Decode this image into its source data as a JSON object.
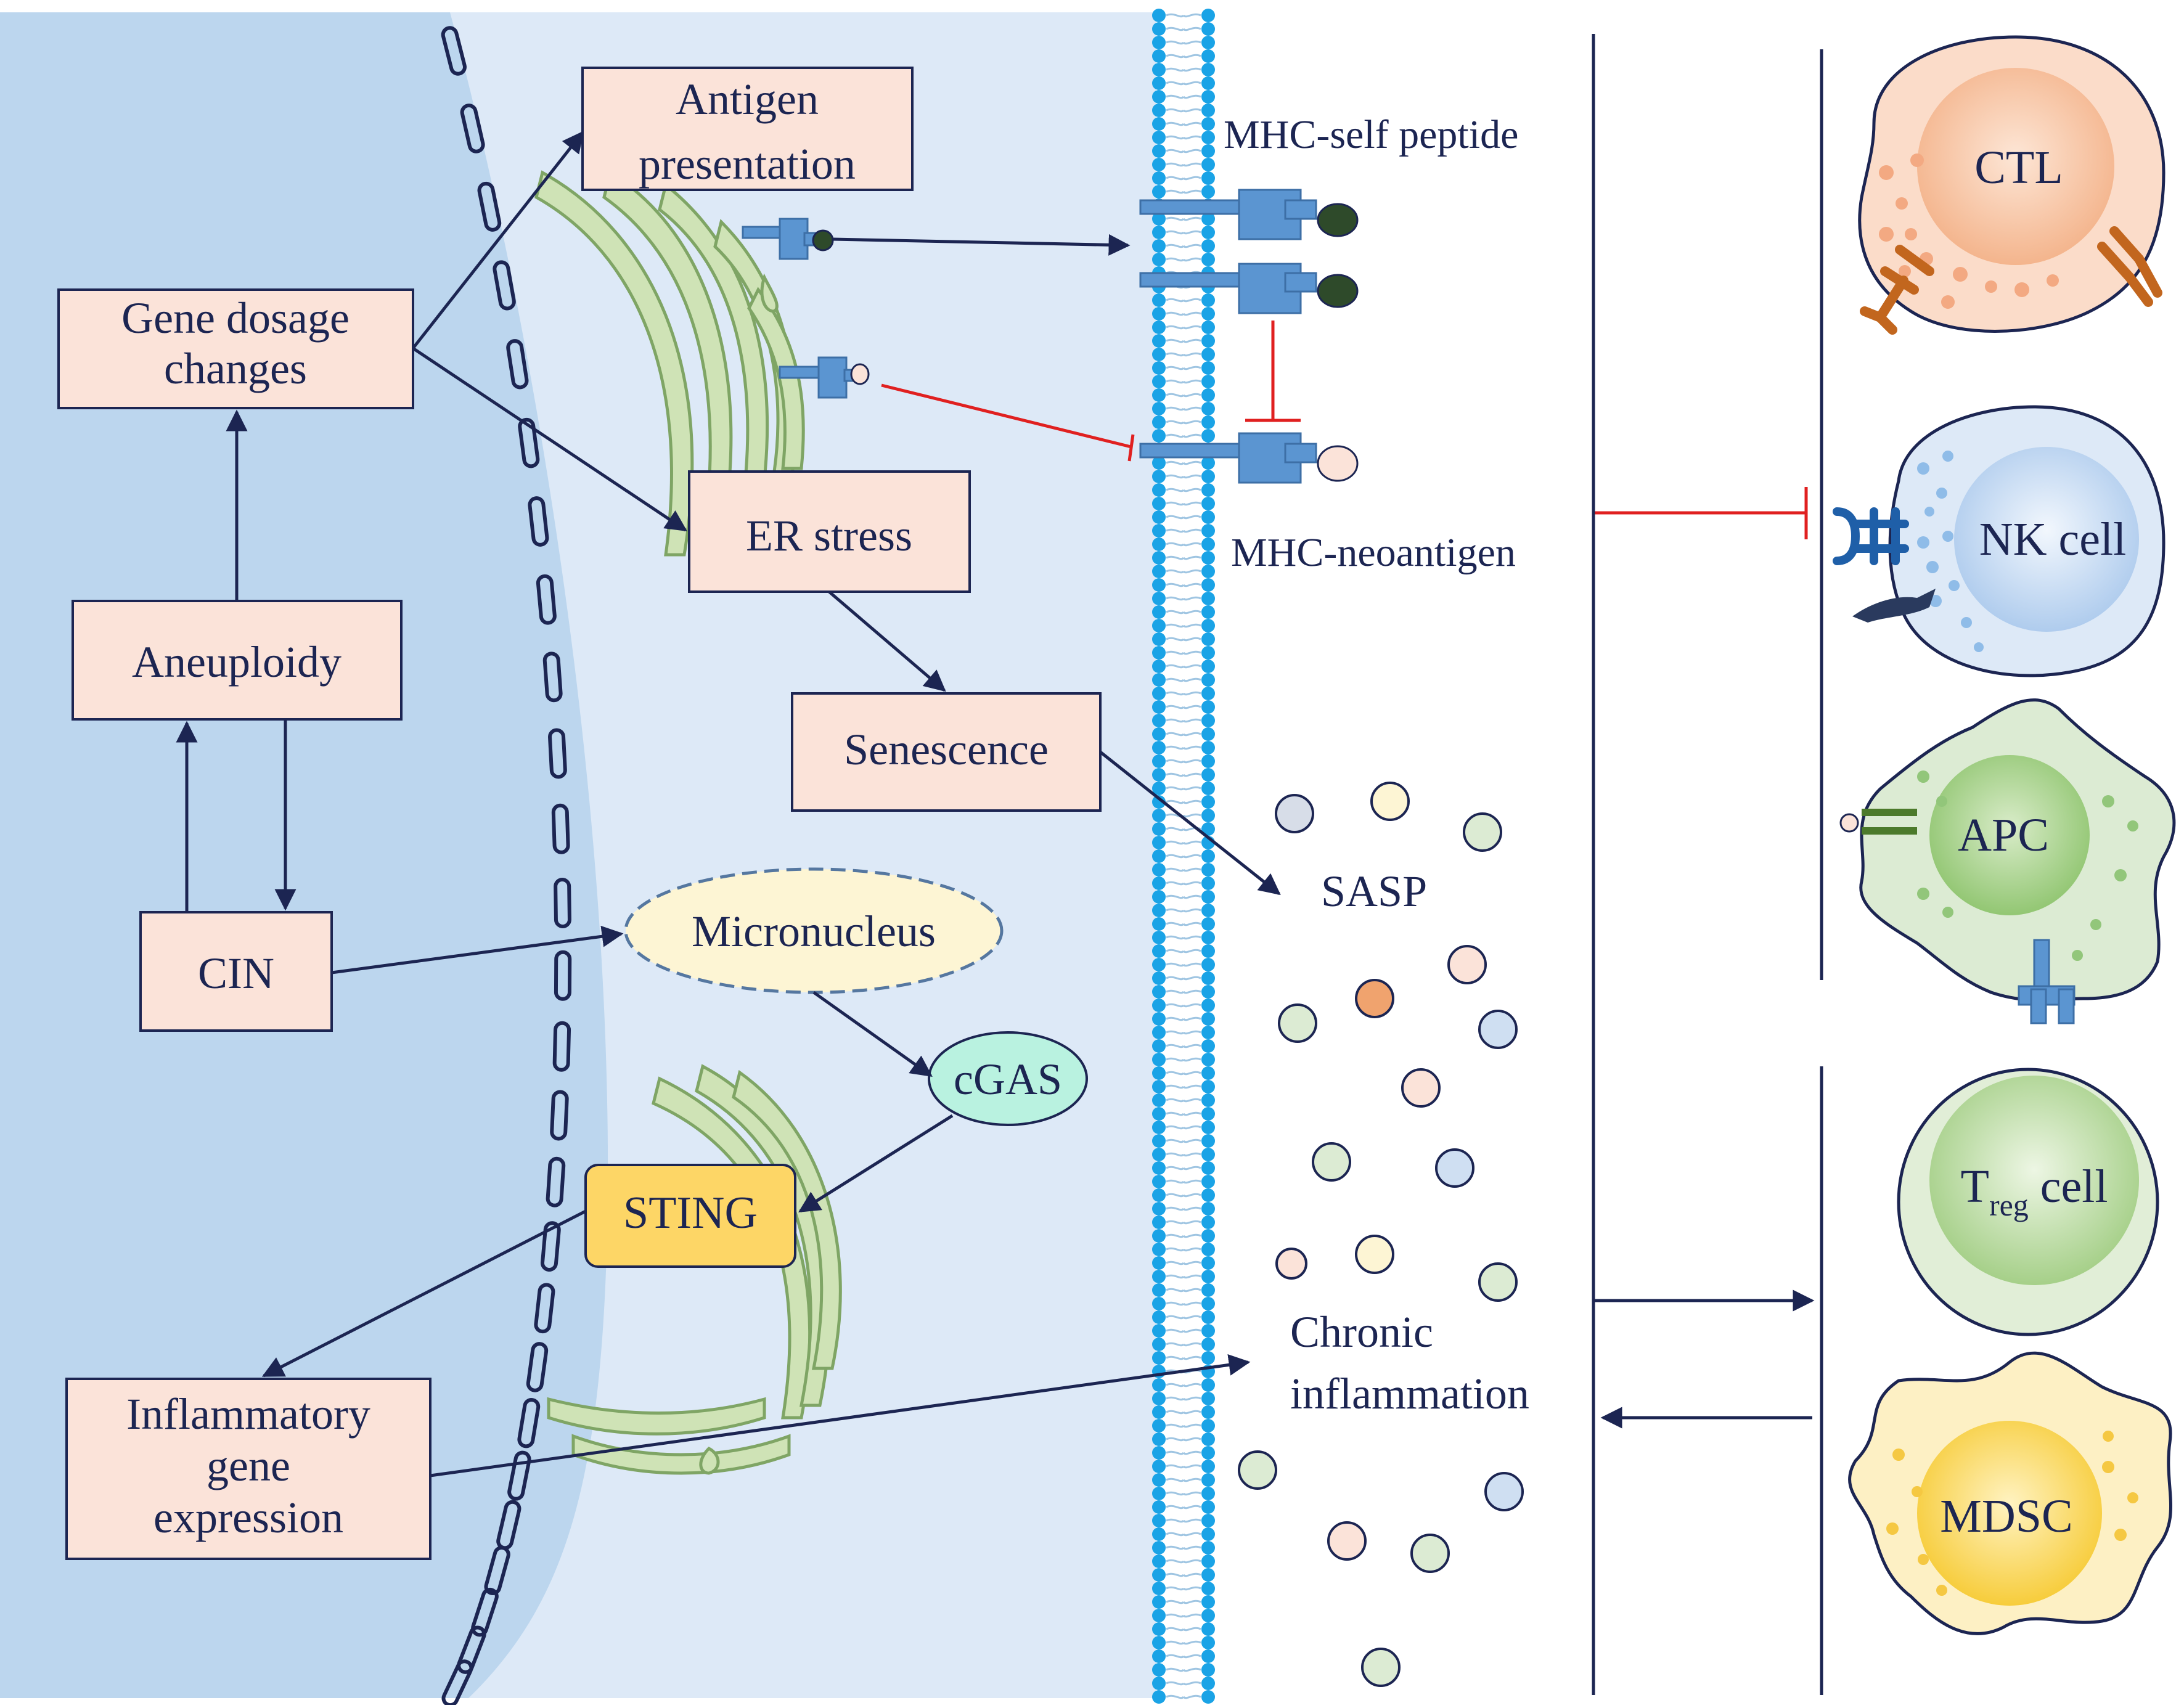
{
  "labels": {
    "gene_dosage": [
      "Gene dosage",
      "changes"
    ],
    "aneuploidy": "Aneuploidy",
    "cin": "CIN",
    "inflammatory": [
      "Inflammatory",
      "gene",
      "expression"
    ],
    "antigen": [
      "Antigen",
      "presentation"
    ],
    "er_stress": "ER stress",
    "senescence": "Senescence",
    "micronucleus": "Micronucleus",
    "cgas": "cGAS",
    "sting": "STING",
    "mhc_self": "MHC-self peptide",
    "mhc_neo": "MHC-neoantigen",
    "sasp": "SASP",
    "chronic": [
      "Chronic",
      "inflammation"
    ],
    "ctl": "CTL",
    "nk": "NK cell",
    "apc": "APC",
    "treg_main": "T",
    "treg_sub": "reg",
    "treg_rest": " cell",
    "mdsc": "MDSC"
  },
  "colors": {
    "nucleus_bg": "#bcd6ee",
    "cytoplasm_bg": "#dde9f7",
    "box_fill": "#fbe3d9",
    "arrow": "#1c2552",
    "inhibit": "#e02020",
    "membrane": "#1aa3e6",
    "er_green": "#cfe3b6",
    "sting_fill": "#fdd666",
    "cgas_fill": "#b9f2e0",
    "micronucleus_fill": "#fdf5d4",
    "mhc_blue": "#5b95d1",
    "ctl_outer": "#fbdcc9",
    "ctl_inner": "#f6b88f",
    "nk_outer": "#dde9f7",
    "nk_inner": "#b9d3ef",
    "apc_outer": "#dcebd3",
    "apc_inner": "#a5cf8a",
    "treg_outer": "#e1eed7",
    "treg_inner": "#b5d69c",
    "mdsc_outer": "#fdf0c4",
    "mdsc_inner": "#fbd65a"
  }
}
